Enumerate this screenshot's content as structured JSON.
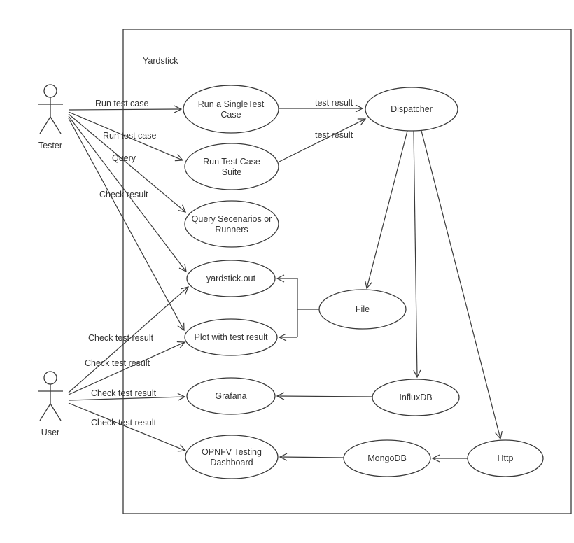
{
  "diagram": {
    "title": "Yardstick",
    "type": "uml-use-case-diagram",
    "colors": {
      "stroke": "#3a3a3a",
      "background": "#ffffff",
      "text": "#333333"
    },
    "actors": [
      {
        "id": "tester",
        "label": "Tester"
      },
      {
        "id": "user",
        "label": "User"
      }
    ],
    "nodes": {
      "single_test": {
        "lines": [
          "Run a SingleTest",
          "Case"
        ]
      },
      "suite": {
        "lines": [
          "Run Test Case",
          "Suite"
        ]
      },
      "query_scenarios": {
        "lines": [
          "Query Secenarios or",
          "Runners"
        ]
      },
      "yardstick_out": {
        "lines": [
          "yardstick.out"
        ]
      },
      "plot": {
        "lines": [
          "Plot with test result"
        ]
      },
      "grafana": {
        "lines": [
          "Grafana"
        ]
      },
      "opnfv": {
        "lines": [
          "OPNFV Testing",
          "Dashboard"
        ]
      },
      "dispatcher": {
        "lines": [
          "Dispatcher"
        ]
      },
      "file": {
        "lines": [
          "File"
        ]
      },
      "influxdb": {
        "lines": [
          "InfluxDB"
        ]
      },
      "mongodb": {
        "lines": [
          "MongoDB"
        ]
      },
      "http": {
        "lines": [
          "Http"
        ]
      }
    },
    "edge_labels": {
      "run_test_case_1": "Run test case",
      "run_test_case_2": "Run test case",
      "query": "Query",
      "check_result": "Check result",
      "test_result_1": "test result",
      "test_result_2": "test result",
      "check_test_result_1": "Check test result",
      "check_test_result_2": "Check test result",
      "check_test_result_3": "Check test result",
      "check_test_result_4": "Check test result"
    }
  }
}
